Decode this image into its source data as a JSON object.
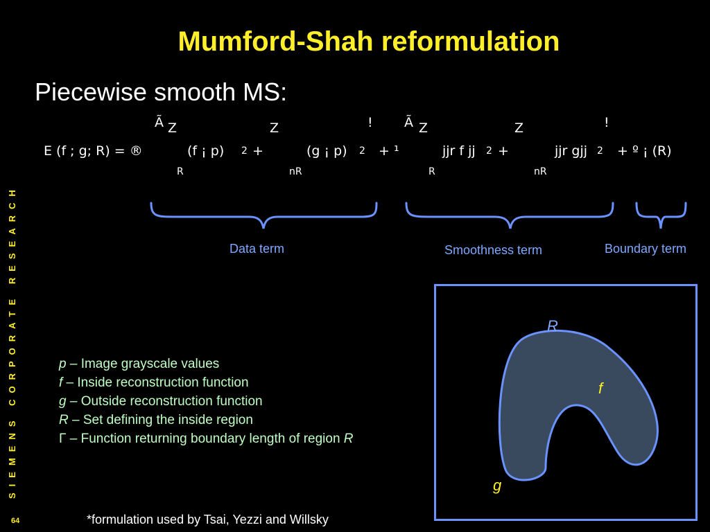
{
  "title": "Mumford-Shah reformulation",
  "subtitle": "Piecewise smooth MS:",
  "side_text": "SIEMENS CORPORATE RESEARCH",
  "equation": {
    "lhs": "E (f ; g; R) = ®",
    "t1_open": "Ã",
    "t1_int1": "Z",
    "t1_int2": "Z",
    "t1_close": "!",
    "t1_body1": "(f  ¡  p)",
    "t1_sq1": "2",
    "t1_plus": "+",
    "t1_body2": "(g ¡  p)",
    "t1_sq2": "2",
    "t1_sub1": "R",
    "t1_sub2": "nR",
    "plus_mu": "+ ¹",
    "t2_open": "Ã",
    "t2_int1": "Z",
    "t2_int2": "Z",
    "t2_close": "!",
    "t2_body1": "jjr  f jj",
    "t2_sq1": "2",
    "t2_plus": "+",
    "t2_body2": "jjr  gjj",
    "t2_sq2": "2",
    "t2_sub1": "R",
    "t2_sub2": "nR",
    "t3": "+ º ¡ (R)"
  },
  "terms": {
    "data": "Data term",
    "smooth": "Smoothness term",
    "boundary": "Boundary term"
  },
  "legend": [
    {
      "sym": "p",
      "text": " – Image grayscale values"
    },
    {
      "sym": "f",
      "text": "  – Inside reconstruction function"
    },
    {
      "sym": "g",
      "text": "  – Outside reconstruction function"
    },
    {
      "sym": "R",
      "text": " – Set defining the inside region"
    },
    {
      "sym": "Γ",
      "text": "  – Function returning boundary length of region ",
      "tail": "R"
    }
  ],
  "figure": {
    "label_R": "R",
    "label_f": "f",
    "label_g": "g"
  },
  "footnote": "*formulation used by Tsai, Yezzi and Willsky",
  "page_number": "64",
  "colors": {
    "title": "#ffef2a",
    "legend_text": "#bfffc4",
    "brace": "#6a93ff",
    "region_fill": "#3a4a5e"
  }
}
